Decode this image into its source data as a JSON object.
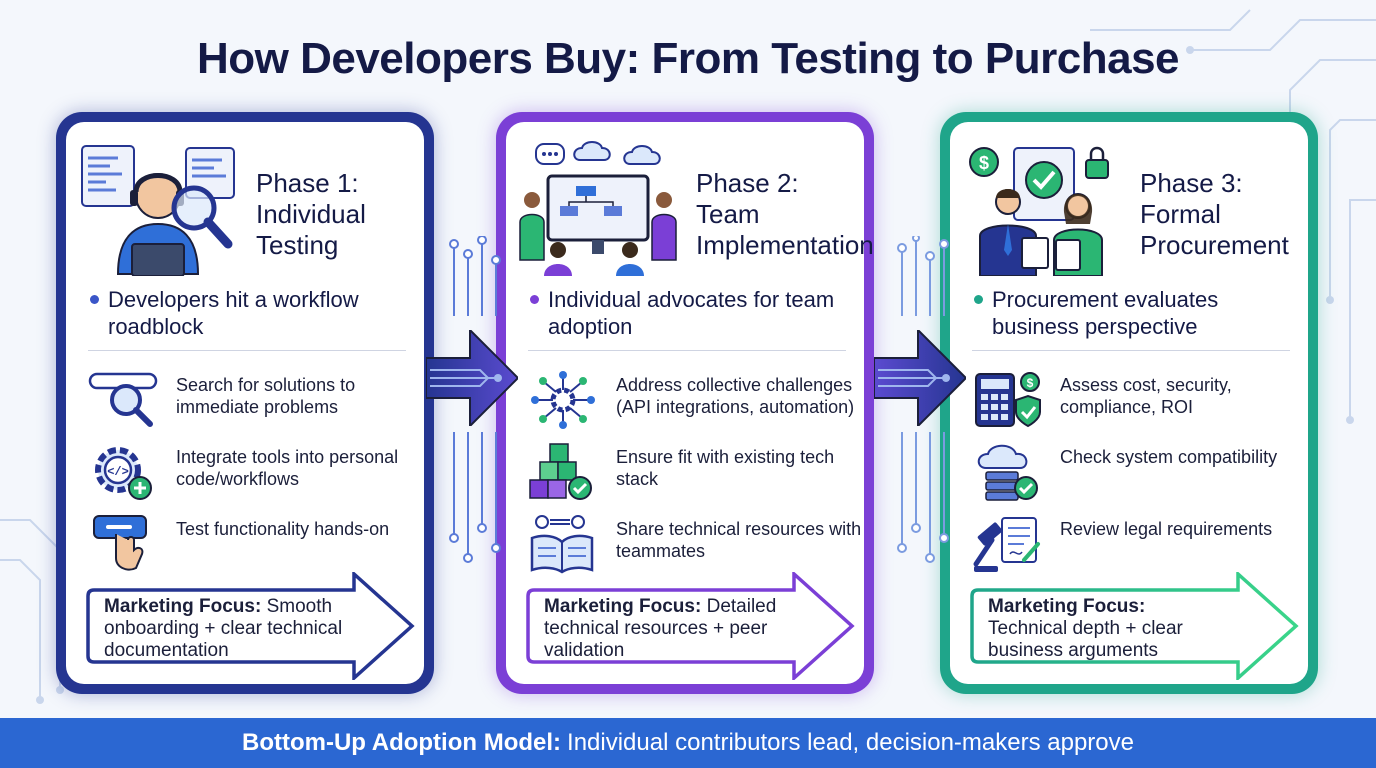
{
  "title": "How Developers Buy: From Testing to Purchase",
  "phases": [
    {
      "title_line1": "Phase 1:",
      "title_line2": "Individual",
      "title_line3": "Testing",
      "main_point": "Developers hit a workflow roadblock",
      "items": [
        {
          "icon": "search-bar-magnifier-icon",
          "text": "Search for solutions to immediate problems"
        },
        {
          "icon": "gear-code-plus-icon",
          "text": "Integrate tools into personal code/workflows"
        },
        {
          "icon": "hand-wrench-icon",
          "text": "Test functionality hands-on"
        }
      ],
      "focus_label": "Marketing Focus:",
      "focus_text": "Smooth onboarding + clear technical documentation",
      "color": "#253591"
    },
    {
      "title_line1": "Phase 2:",
      "title_line2": "Team",
      "title_line3": "Implementation",
      "main_point": "Individual advocates for team adoption",
      "items": [
        {
          "icon": "network-gears-icon",
          "text": "Address collective challenges (API integrations, automation)"
        },
        {
          "icon": "cubes-check-icon",
          "text": "Ensure fit with existing tech stack"
        },
        {
          "icon": "book-share-icon",
          "text": "Share technical resources with teammates"
        }
      ],
      "focus_label": "Marketing Focus:",
      "focus_text": "Detailed technical resources + peer validation",
      "color": "#7b3fd6"
    },
    {
      "title_line1": "Phase 3:",
      "title_line2": "Formal",
      "title_line3": "Procurement",
      "main_point": "Procurement evaluates business perspective",
      "items": [
        {
          "icon": "calculator-shield-icon",
          "text": "Assess cost, security, compliance, ROI"
        },
        {
          "icon": "cloud-server-check-icon",
          "text": "Check system compatibility"
        },
        {
          "icon": "gavel-document-icon",
          "text": "Review legal requirements"
        }
      ],
      "focus_label": "Marketing Focus:",
      "focus_text": "Technical depth + clear business arguments",
      "color": "#1fa58a"
    }
  ],
  "footer": {
    "label": "Bottom-Up Adoption Model:",
    "text": "Individual contributors lead, decision-makers approve"
  }
}
